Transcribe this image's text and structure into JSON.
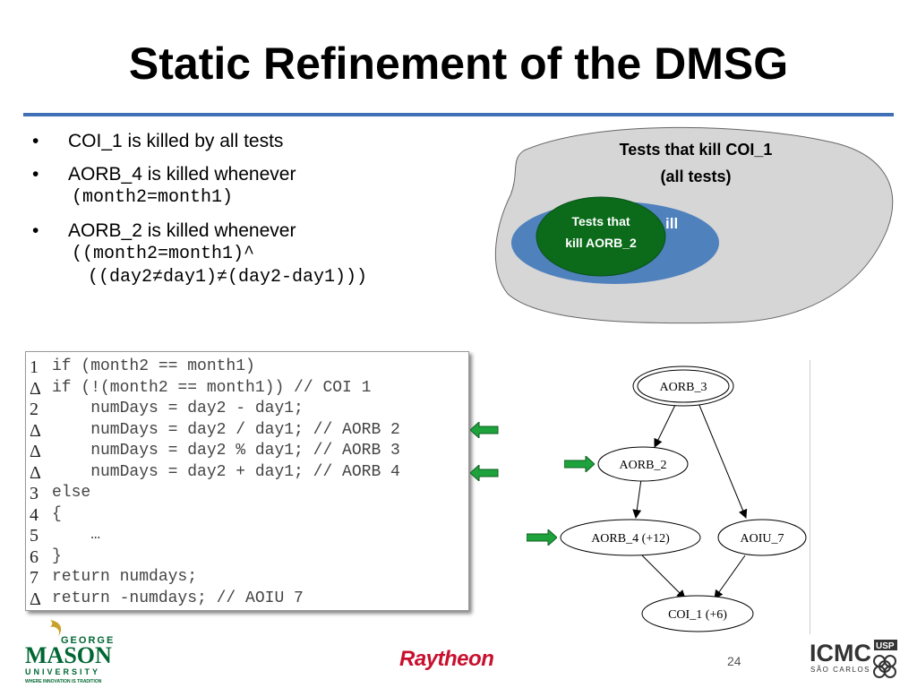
{
  "slide": {
    "title": "Static Refinement of the DMSG",
    "page_number": "24"
  },
  "bullets": [
    {
      "text": "COI_1 is killed by all tests",
      "code": []
    },
    {
      "text": "AORB_4 is killed whenever",
      "code": [
        "(month2=month1)"
      ]
    },
    {
      "text": "AORB_2 is killed whenever",
      "code": [
        "((month2=month1)^",
        "((day2≠day1)≠(day2-day1)))"
      ]
    }
  ],
  "venn": {
    "outer_label_line1": "Tests that kill COI_1",
    "outer_label_line2": "(all tests)",
    "middle_label_fragment": "ill",
    "inner_label_line1": "Tests that",
    "inner_label_line2": "kill AORB_2"
  },
  "code_lines": [
    {
      "num": "1",
      "text": "if (month2 == month1)"
    },
    {
      "num": "Δ",
      "text": "if (!(month2 == month1)) // COI 1"
    },
    {
      "num": "2",
      "text": "    numDays = day2 - day1;"
    },
    {
      "num": "Δ",
      "text": "    numDays = day2 / day1; // AORB 2"
    },
    {
      "num": "Δ",
      "text": "    numDays = day2 % day1; // AORB 3"
    },
    {
      "num": "Δ",
      "text": "    numDays = day2 + day1; // AORB 4"
    },
    {
      "num": "3",
      "text": "else"
    },
    {
      "num": "4",
      "text": "{"
    },
    {
      "num": "5",
      "text": "    …"
    },
    {
      "num": "6",
      "text": "}"
    },
    {
      "num": "7",
      "text": "return numdays;"
    },
    {
      "num": "Δ",
      "text": "return -numdays; // AOIU 7"
    }
  ],
  "graph": {
    "nodes": {
      "aorb3": "AORB_3",
      "aorb2": "AORB_2",
      "aorb4": "AORB_4 (+12)",
      "aoiu7": "AOIU_7",
      "coi1": "COI_1 (+6)"
    }
  },
  "logos": {
    "mason_george": "GEORGE",
    "mason_name": "MASON",
    "mason_university": "UNIVERSITY",
    "mason_tagline": "WHERE INNOVATION IS TRADITION",
    "raytheon": "Raytheon",
    "icmc": "ICMC",
    "icmc_usp": "USP",
    "icmc_city": "SÃO CARLOS"
  },
  "colors": {
    "accent_rule": "#3f6fb5",
    "venn_outer": "#d6d6d6",
    "venn_middle": "#4f81bd",
    "venn_inner": "#0b6b1a",
    "arrow_green": "#1ea33c",
    "raytheon_red": "#c8102e",
    "mason_green": "#006633",
    "mason_gold": "#c7a12a"
  }
}
